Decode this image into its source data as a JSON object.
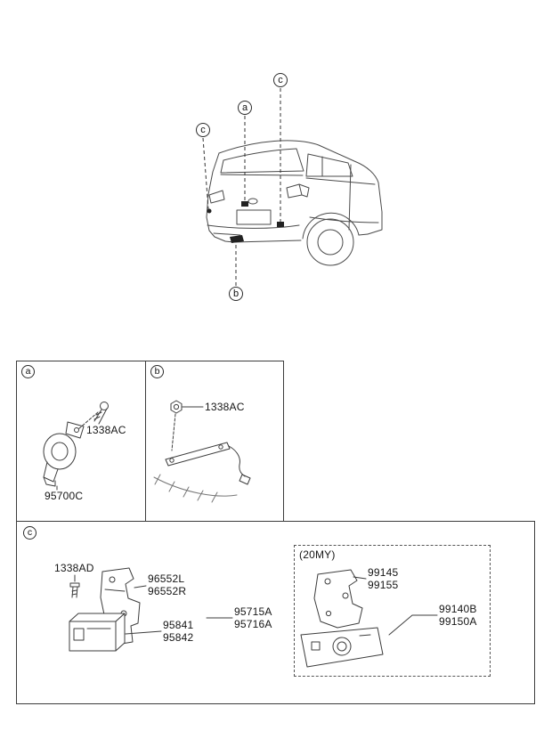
{
  "callouts": {
    "top_c_right": "c",
    "top_a": "a",
    "top_c_left": "c",
    "bottom_b": "b"
  },
  "panel_a": {
    "label": "a",
    "screw_part": "1338AC",
    "main_part": "95700C"
  },
  "panel_b": {
    "label": "b",
    "nut_part": "1338AC"
  },
  "panel_c": {
    "label": "c",
    "bolt_part": "1338AD",
    "bracket_part_1": "96552L",
    "bracket_part_2": "96552R",
    "module_part_1": "95841",
    "module_part_2": "95842",
    "assembly_part_1": "95715A",
    "assembly_part_2": "95716A",
    "subgroup": {
      "title": "(20MY)",
      "bracket_part_1": "99145",
      "bracket_part_2": "99155",
      "assembly_part_1": "99140B",
      "assembly_part_2": "99150A"
    }
  }
}
